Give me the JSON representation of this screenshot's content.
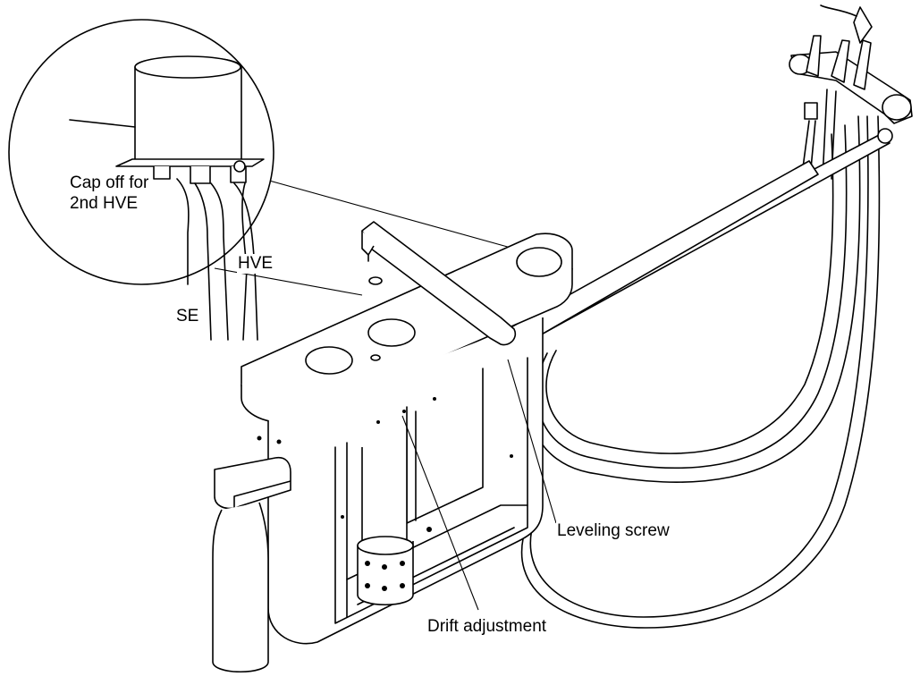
{
  "labels": {
    "cap_off": "Cap off for",
    "cap_off_2": "2nd HVE",
    "hve": "HVE",
    "se": "SE",
    "leveling": "Leveling screw",
    "drift": "Drift adjustment"
  }
}
